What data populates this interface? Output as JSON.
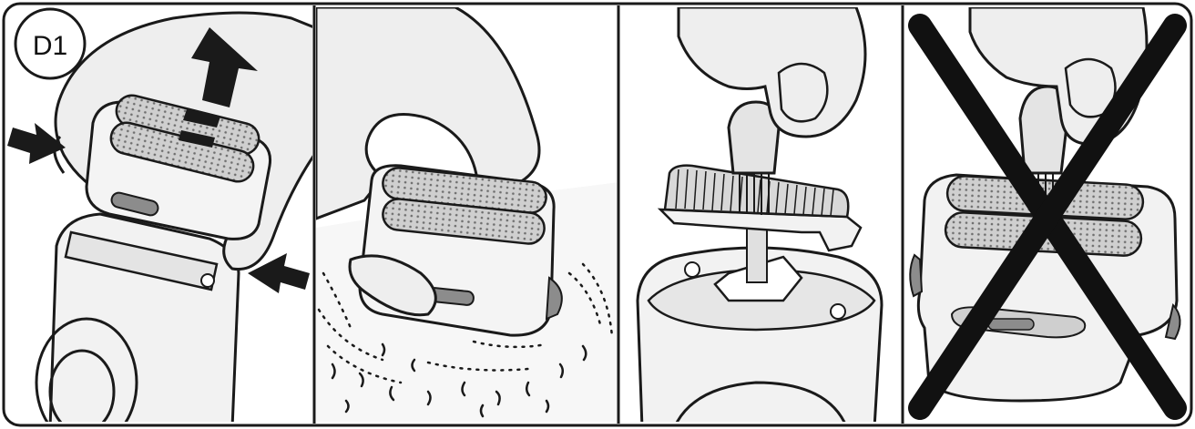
{
  "figure": {
    "step_label": "D1",
    "panels": [
      {
        "id": "remove-shaving-head",
        "icons": [
          "hand-icon",
          "shaving-head-icon",
          "lift-arrow-icon",
          "press-arrow-icon"
        ]
      },
      {
        "id": "tap-out-hair",
        "icons": [
          "hand-icon",
          "shaving-head-icon",
          "hair-debris-icon"
        ]
      },
      {
        "id": "brush-cutter-block",
        "icons": [
          "hand-icon",
          "cleaning-brush-icon",
          "cutter-block-icon",
          "shaver-body-icon"
        ]
      },
      {
        "id": "do-not-brush-foil",
        "icons": [
          "hand-icon",
          "cleaning-brush-icon",
          "shaving-head-icon",
          "prohibited-cross-icon"
        ]
      }
    ],
    "colors": {
      "outline": "#1a1a1a",
      "skin": "#eeeeee",
      "device_body": "#f2f2f2",
      "foil": "#bdbdbd",
      "accent_grey": "#8c8c8c",
      "cross": "#111111"
    }
  }
}
